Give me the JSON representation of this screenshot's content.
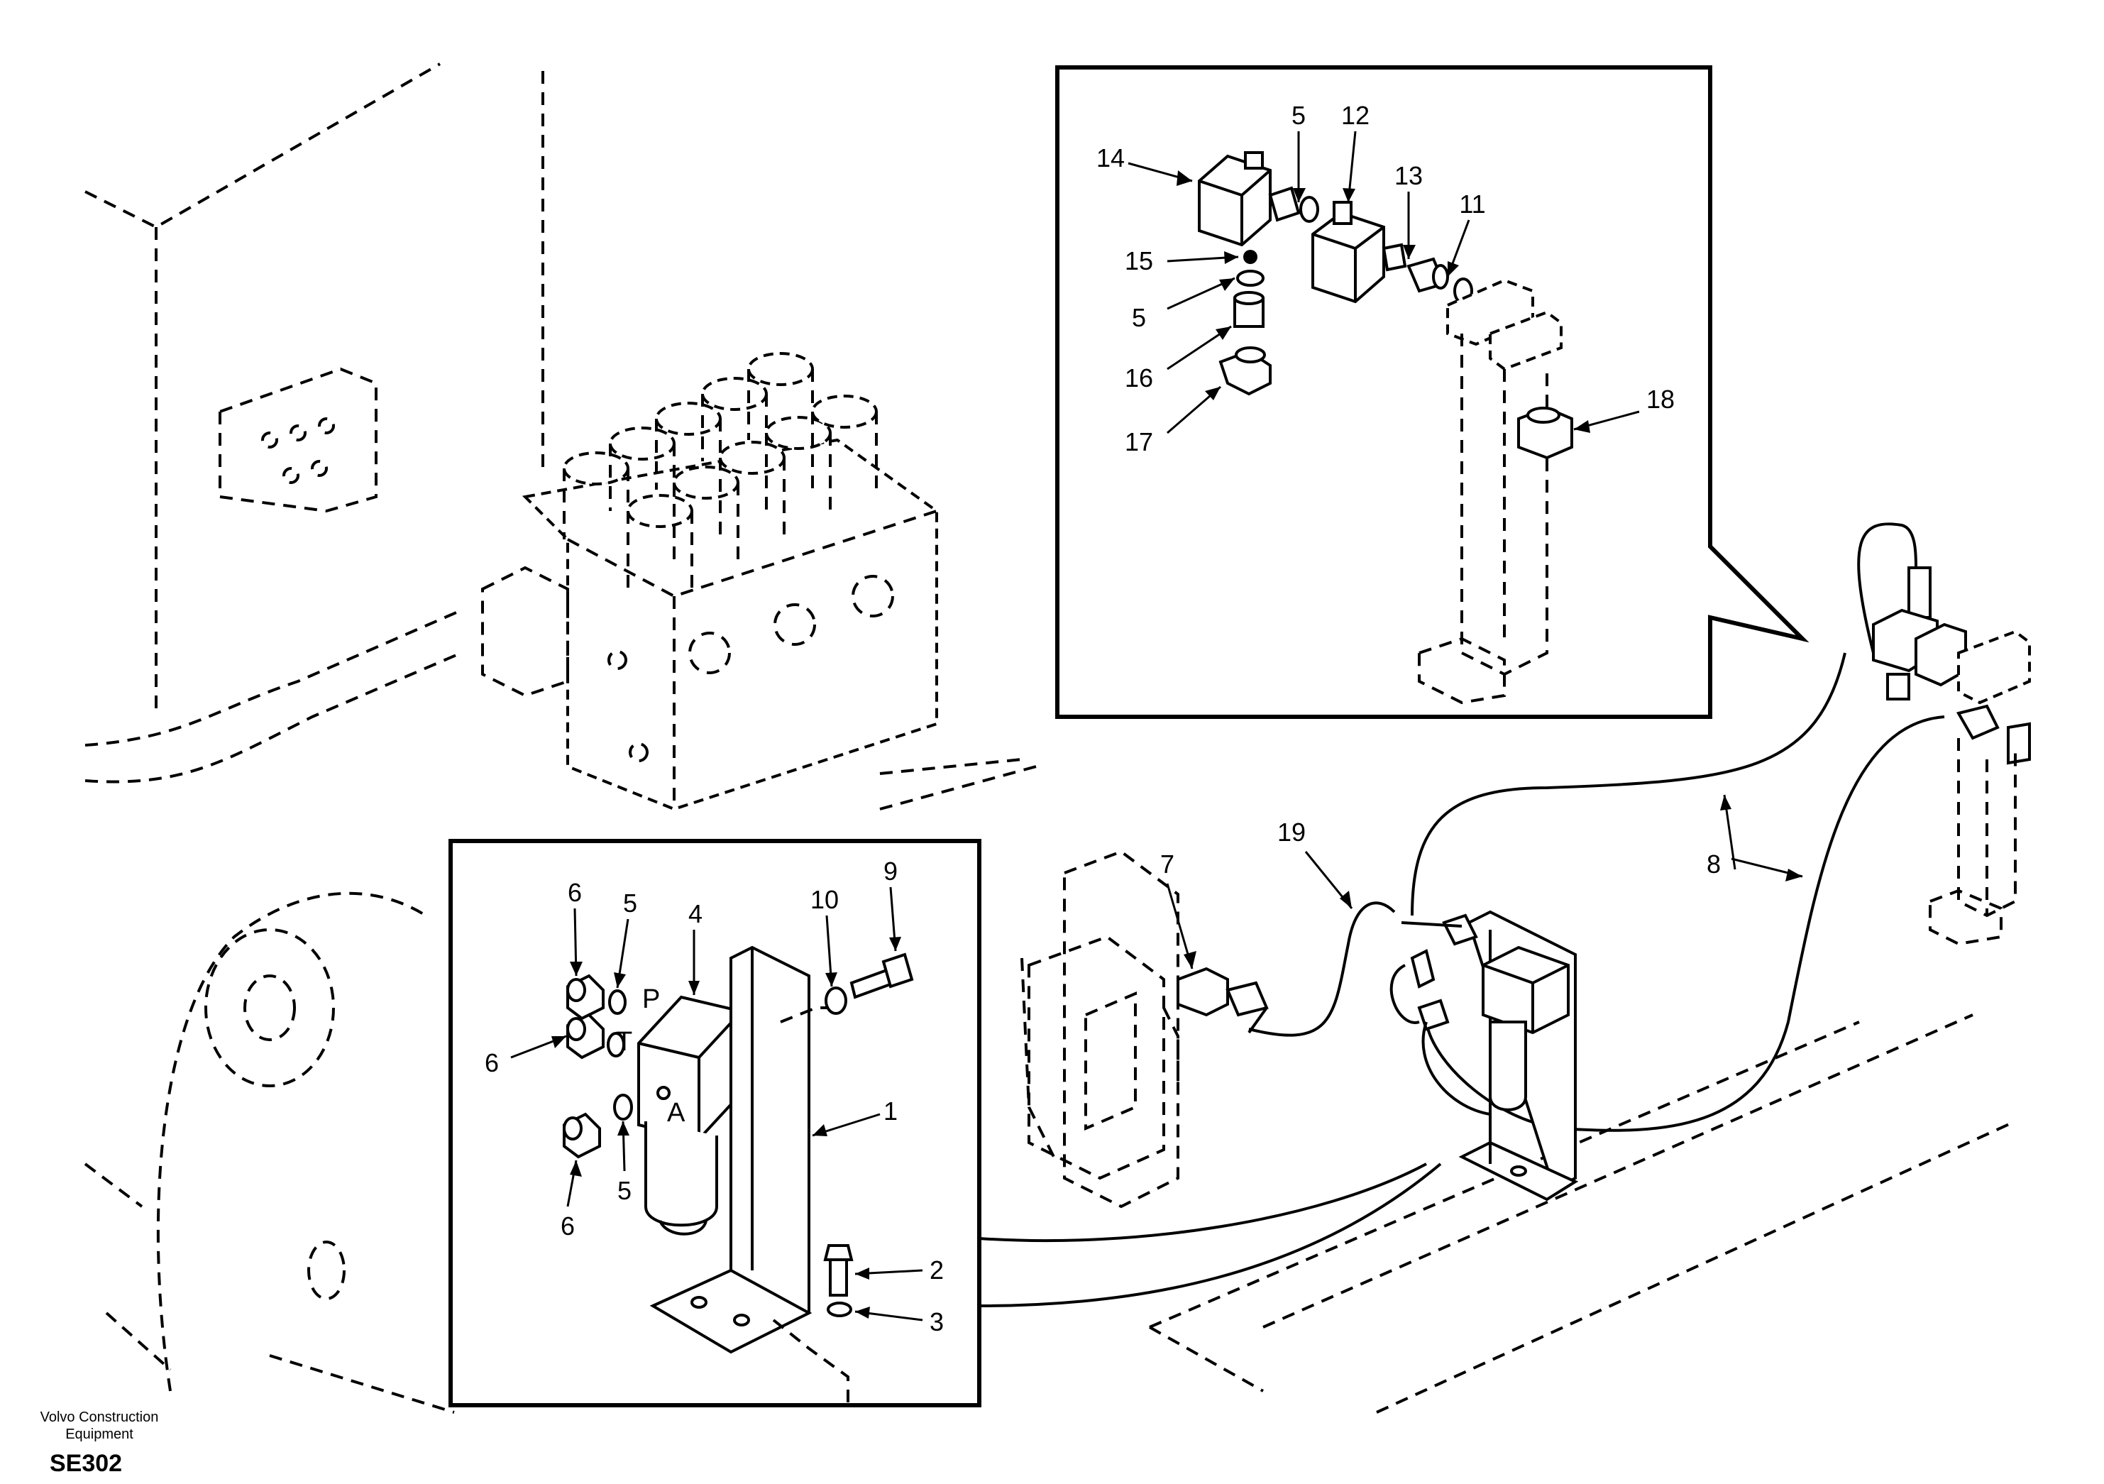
{
  "callouts": {
    "c1": "1",
    "c2": "2",
    "c3": "3",
    "c4": "4",
    "c5a": "5",
    "c5b": "5",
    "c5c": "5",
    "c5d": "5",
    "c6a": "6",
    "c6b": "6",
    "c6c": "6",
    "c7": "7",
    "c8": "8",
    "c9": "9",
    "c10": "10",
    "c11": "11",
    "c12": "12",
    "c13": "13",
    "c14": "14",
    "c15": "15",
    "c16": "16",
    "c17": "17",
    "c18": "18",
    "c19": "19"
  },
  "ports": {
    "p": "P",
    "t": "T",
    "a": "A"
  },
  "footer": {
    "manufacturer": "Volvo Construction Equipment",
    "code": "SE302"
  }
}
